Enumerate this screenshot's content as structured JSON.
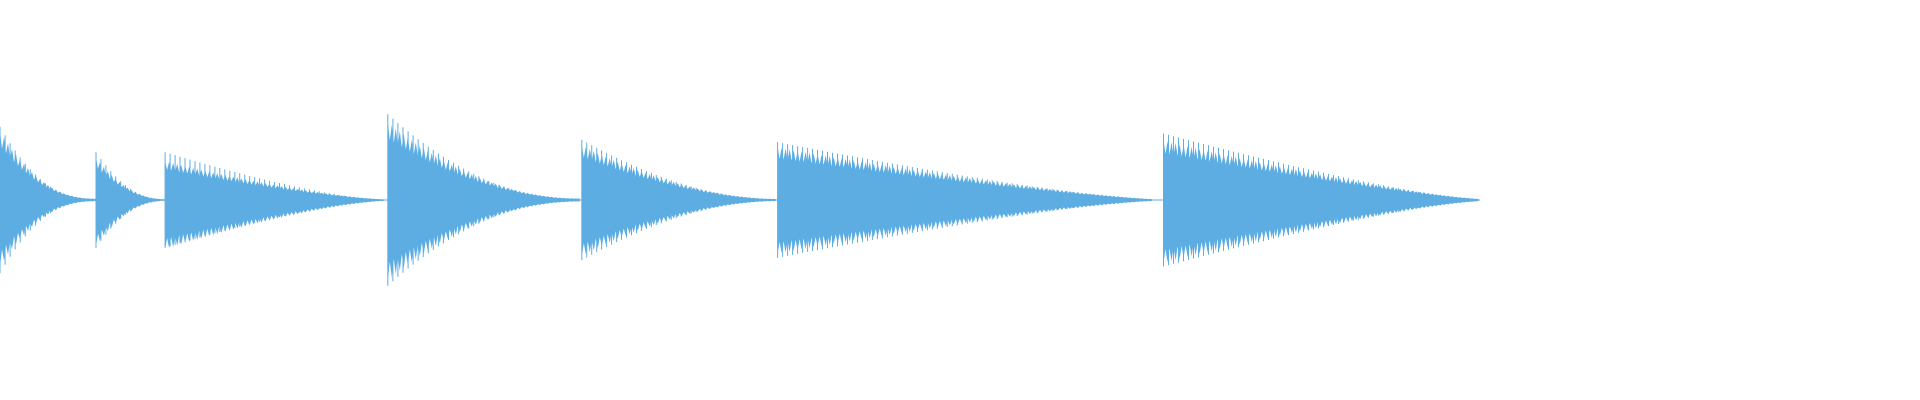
{
  "waveform": {
    "color": "#5dade2",
    "background": "#ffffff",
    "duration_fraction_with_audio": 0.77,
    "events": [
      {
        "start": 0.0,
        "end": 0.05,
        "peak_top": 0.6,
        "peak_bottom": 0.58,
        "decay": 0.45
      },
      {
        "start": 0.05,
        "end": 0.086,
        "peak_top": 0.37,
        "peak_bottom": 0.4,
        "decay": 0.55
      },
      {
        "start": 0.086,
        "end": 0.2,
        "peak_top": 0.34,
        "peak_bottom": 0.43,
        "decay": 0.9
      },
      {
        "start": 0.202,
        "end": 0.302,
        "peak_top": 0.68,
        "peak_bottom": 0.7,
        "decay": 0.6
      },
      {
        "start": 0.303,
        "end": 0.404,
        "peak_top": 0.48,
        "peak_bottom": 0.49,
        "decay": 0.7
      },
      {
        "start": 0.405,
        "end": 0.6,
        "peak_top": 0.46,
        "peak_bottom": 0.47,
        "decay": 0.97
      },
      {
        "start": 0.606,
        "end": 0.77,
        "peak_top": 0.52,
        "peak_bottom": 0.55,
        "decay": 0.97
      }
    ]
  }
}
